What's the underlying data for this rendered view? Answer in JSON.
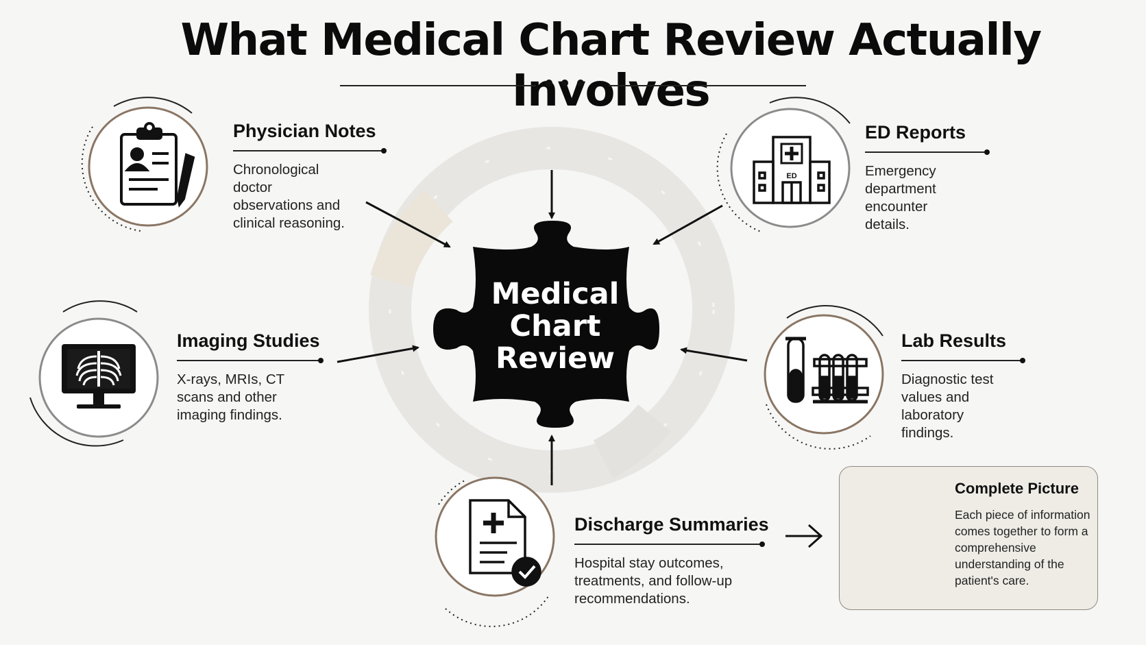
{
  "title": "What Medical Chart Review Actually Involves",
  "center": {
    "label": "Medical\nChart\nReview"
  },
  "cards": [
    {
      "id": "physician",
      "title": "Physician Notes",
      "desc": "Chronological doctor observations and clinical reasoning.",
      "icon": "clipboard-icon"
    },
    {
      "id": "ed",
      "title": "ED Reports",
      "desc": "Emergency department encounter details.",
      "icon": "hospital-icon",
      "icon_text": "ED"
    },
    {
      "id": "imaging",
      "title": "Imaging Studies",
      "desc": "X-rays, MRIs, CT scans and other imaging findings.",
      "icon": "xray-monitor-icon"
    },
    {
      "id": "lab",
      "title": "Lab Results",
      "desc": "Diagnostic test values and laboratory findings.",
      "icon": "test-tubes-icon"
    },
    {
      "id": "discharge",
      "title": "Discharge Summaries",
      "desc": "Hospital stay outcomes, treatments, and follow-up recommendations.",
      "icon": "discharge-document-icon"
    }
  ],
  "complete_picture": {
    "title": "Complete Picture",
    "desc": "Each piece of information comes together to form a comprehensive understanding of the patient's care.",
    "icon": "puzzle-icon"
  },
  "colors": {
    "accent_brown": "#8a7664",
    "ring_gray": "#8b8b8b",
    "ink": "#111111",
    "background": "#f6f6f5"
  }
}
